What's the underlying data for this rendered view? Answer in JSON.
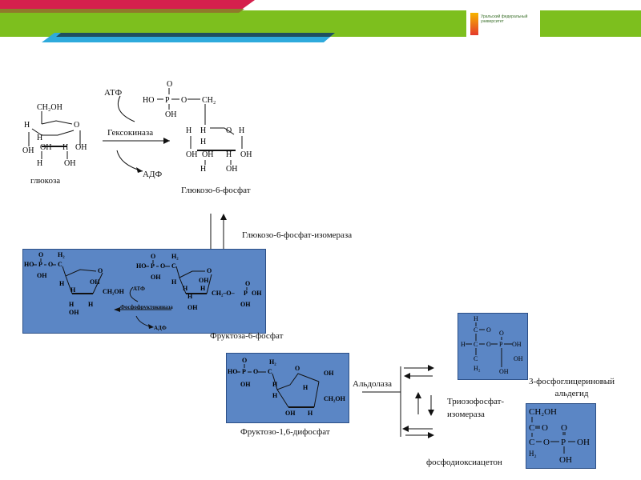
{
  "colors": {
    "band_red": "#d51f4d",
    "band_green": "#7dbf1e",
    "band_blue": "#2eaadc",
    "band_dark": "#1f4f60",
    "box_fill": "#5b86c5"
  },
  "logo": {
    "text": "Уральский федеральный университет"
  },
  "labels": {
    "atf_top": "АТФ",
    "hexokinase": "Гексокиназа",
    "adf_top": "АДФ",
    "glucose": "глюкоза",
    "g6p": "Глюкозо-6-фосфат",
    "g6p_isomerase": "Глюкозо-6-фосфат-изомераза",
    "atf_mid": "АТФ",
    "pfk": "Фосфофруктокиназа",
    "adf_mid": "АДФ",
    "f6p": "Фруктоза-6-фосфат",
    "aldolase": "Альдолаза",
    "f16bp": "Фруктозо-1,6-дифосфат",
    "tpi": "Триозофосфат-\nизомераза",
    "gap": "3-фосфоглицериновый\nальдегид",
    "dhap": "фосфодиоксиацетон"
  },
  "chem": {
    "glucose": {
      "ch2oh": "CH₂OH",
      "h1": "H",
      "o": "O",
      "h2": "H",
      "h3": "H",
      "oh1": "OH",
      "oh2": "OH",
      "h4": "H",
      "oh3": "OH",
      "h5": "H",
      "oh4": "OH"
    },
    "g6p": {
      "o_top": "O",
      "ho": "HO",
      "p": "P",
      "o_mid": "O",
      "ch2": "CH₂",
      "oh": "OH",
      "h_a": "H",
      "h_b": "H",
      "h_c": "H",
      "o_ring": "O",
      "h_d": "H",
      "oh1": "OH",
      "oh2": "OH",
      "h_e": "H",
      "oh3": "OH",
      "h_f": "H",
      "oh4": "OH"
    },
    "f6p_left": {
      "o_top": "O",
      "ho": "HO",
      "p": "P",
      "o_mid": "O",
      "c": "C",
      "h2": "H₂",
      "oh_bot": "OH",
      "h1": "H",
      "o_ring": "O",
      "oh1": "OH",
      "h_r": "H",
      "ch2oh": "CH₂OH",
      "oh2": "OH",
      "h_b": "H",
      "h_c": "H"
    },
    "f6p_right": {
      "o_top": "O",
      "ho": "HO",
      "p": "P",
      "o_mid": "O",
      "c": "C",
      "h2": "H₂",
      "oh_bot": "OH",
      "h1": "H",
      "o_ring": "O",
      "oh1": "OH",
      "h_a": "H",
      "h_b": "H",
      "ch2o": "CH₂–O–",
      "p2": "P",
      "o2": "O",
      "oh2": "OH",
      "oh3": "OH",
      "oh4": "OH",
      "h_c": "H"
    },
    "f16bp": {
      "o_top": "O",
      "ho": "HO",
      "p": "P",
      "o_mid": "O",
      "c": "C",
      "h2": "H₂",
      "oh_bot": "OH",
      "o_ring": "O",
      "h1": "H",
      "oh1": "OH",
      "h_a": "H",
      "h_b": "H",
      "ch2oh": "CH₂OH",
      "oh2": "OH",
      "h_c": "H"
    },
    "gap": {
      "h": "H",
      "c1": "C",
      "o1": "O",
      "h2": "H",
      "c2": "C",
      "o": "O",
      "p": "P",
      "oh1": "OH",
      "o3": "O",
      "oh2": "OH",
      "c3": "C",
      "h3": "H₂"
    },
    "dhap": {
      "ch2oh": "CH₂OH",
      "c": "C",
      "o1": "O",
      "c2": "C",
      "o2": "O",
      "p": "P",
      "oh1": "OH",
      "o3": "O",
      "h2": "H₂",
      "oh2": "OH"
    }
  }
}
